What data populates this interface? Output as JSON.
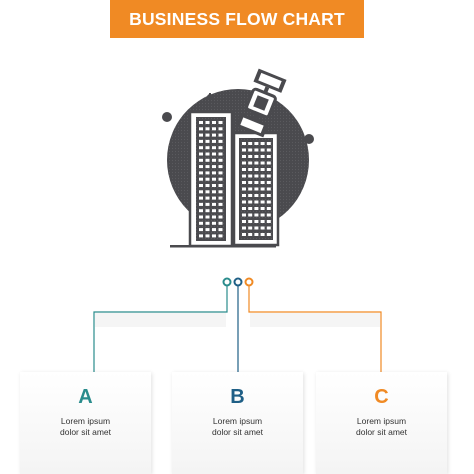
{
  "header": {
    "title": "BUSINESS FLOW CHART"
  },
  "colors": {
    "accent_orange": "#f08a24",
    "teal": "#2a8c8c",
    "dark": "#4a4a4e",
    "card_bg": "#f4f4f4"
  },
  "illustration": {
    "icon": "buildings-satellite-icon"
  },
  "steps": [
    {
      "letter": "A",
      "line1": "Lorem ipsum",
      "line2": "dolor sit amet",
      "color": "#2a8c8c"
    },
    {
      "letter": "B",
      "line1": "Lorem ipsum",
      "line2": "dolor sit amet",
      "color": "#1f5f86"
    },
    {
      "letter": "C",
      "line1": "Lorem ipsum",
      "line2": "dolor sit amet",
      "color": "#f08a24"
    }
  ]
}
